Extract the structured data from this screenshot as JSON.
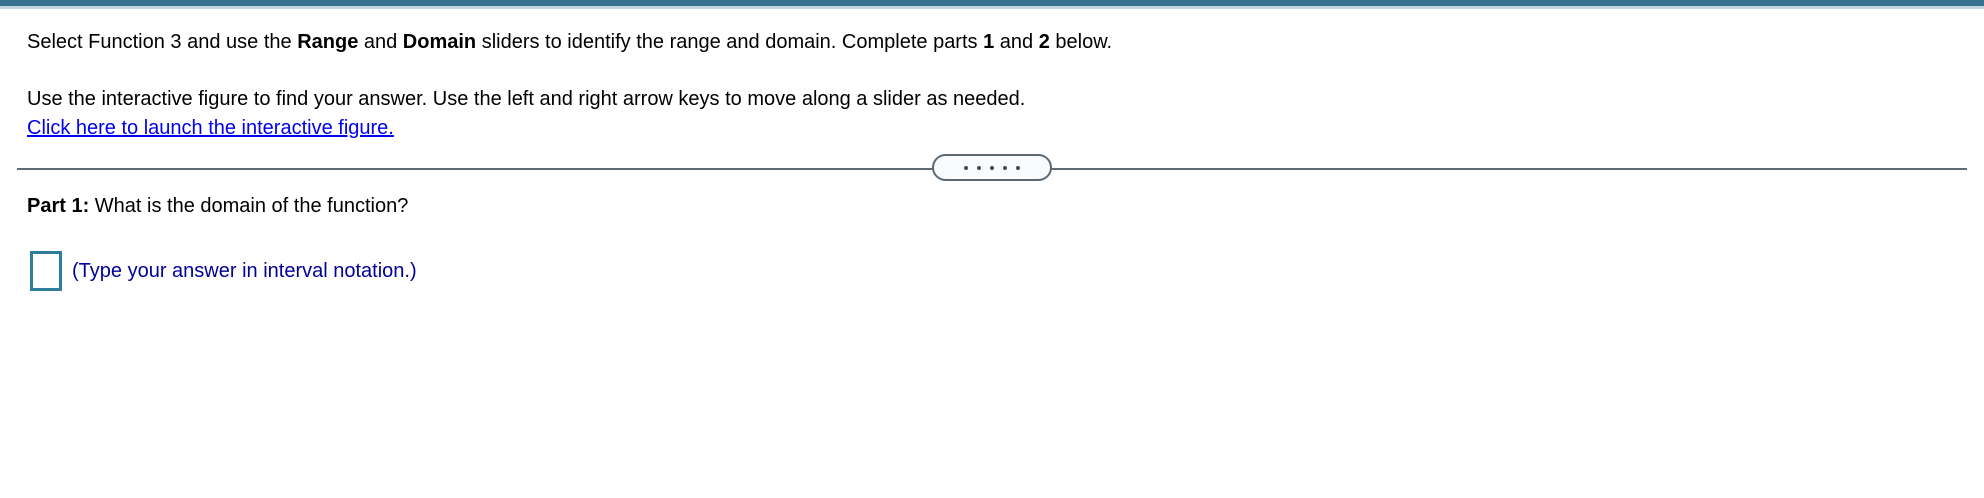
{
  "colors": {
    "topbar": "#36718f",
    "topbar_underline": "#c6d4de",
    "divider": "#5e6a76",
    "drag_pill_border": "#5c6874",
    "drag_pill_fill": "#fafbfc",
    "link": "#0000ee",
    "answer_box_border": "#2f7ea0",
    "answer_hint_text": "#000099"
  },
  "instruction": {
    "part1": "Select Function 3 and use the ",
    "bold1": "Range",
    "part2": " and ",
    "bold2": "Domain",
    "part3": " sliders to identify the range and domain. Complete parts ",
    "bold3": "1",
    "part4": " and ",
    "bold4": "2",
    "part5": " below."
  },
  "hint": "Use the interactive figure to find your answer. Use the left and right arrow keys to move along a slider as needed.",
  "link_text": "Click here to launch the interactive figure.",
  "divider": {
    "handle_dot_count": 5
  },
  "part1": {
    "label": "Part 1:",
    "question": " What is the domain of the function?",
    "answer_value": "",
    "format_hint": "(Type your answer in interval notation.)"
  }
}
